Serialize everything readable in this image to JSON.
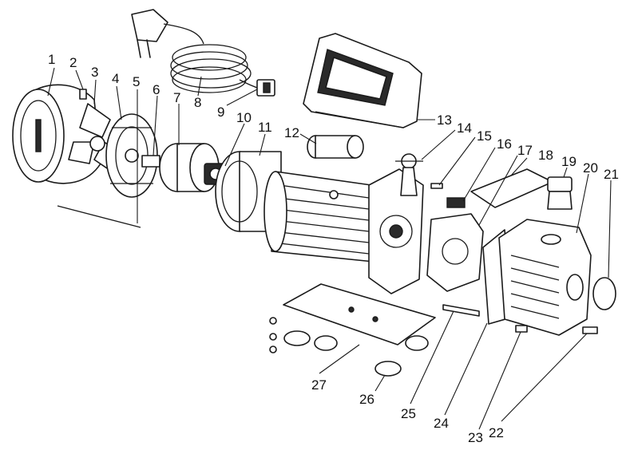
{
  "callouts": [
    {
      "label": "1"
    },
    {
      "label": "2"
    },
    {
      "label": "3"
    },
    {
      "label": "4"
    },
    {
      "label": "5"
    },
    {
      "label": "6"
    },
    {
      "label": "7"
    },
    {
      "label": "8"
    },
    {
      "label": "9"
    },
    {
      "label": "10"
    },
    {
      "label": "11"
    },
    {
      "label": "12"
    },
    {
      "label": "13"
    },
    {
      "label": "14"
    },
    {
      "label": "15"
    },
    {
      "label": "16"
    },
    {
      "label": "17"
    },
    {
      "label": "18"
    },
    {
      "label": "19"
    },
    {
      "label": "20"
    },
    {
      "label": "21"
    },
    {
      "label": "22"
    },
    {
      "label": "23"
    },
    {
      "label": "24"
    },
    {
      "label": "25"
    },
    {
      "label": "26"
    },
    {
      "label": "27"
    }
  ],
  "colors": {
    "ink": "#1a1a1a",
    "background": "#ffffff",
    "shade": "#9a9a9a"
  }
}
